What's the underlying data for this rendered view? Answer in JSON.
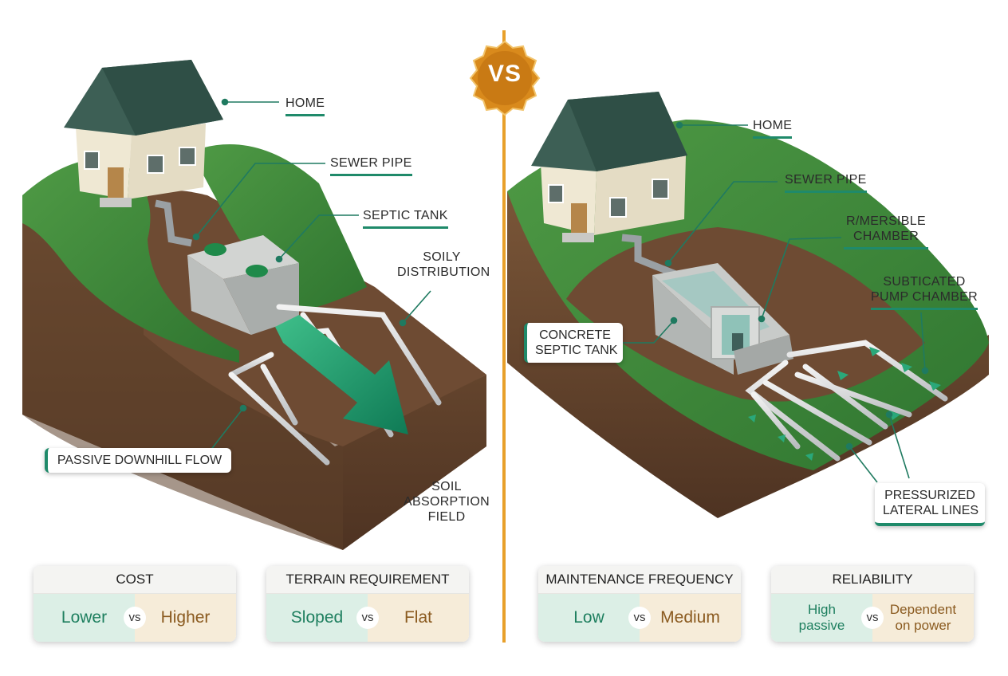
{
  "badge": {
    "text": "VS"
  },
  "left": {
    "labels": {
      "home": "HOME",
      "sewer_pipe": "SEWER PIPE",
      "septic_tank": "SEPTIC TANK",
      "soily_distribution_1": "SOILY",
      "soily_distribution_2": "DISTRIBUTION",
      "passive_flow": "PASSIVE DOWNHILL FLOW",
      "soil_absorption_1": "SOIL",
      "soil_absorption_2": "ABSORPTION",
      "soil_absorption_3": "FIELD"
    }
  },
  "right": {
    "labels": {
      "home": "HOME",
      "sewer_pipe": "SEWER PIPE",
      "chamber_1": "R/MERSIBLE",
      "chamber_2": "CHAMBER",
      "pump_1": "SUBTICATED",
      "pump_2": "PUMP CHAMBER",
      "concrete_1": "CONCRETE",
      "concrete_2": "SEPTIC TANK",
      "lateral_1": "PRESSURIZED",
      "lateral_2": "LATERAL LINES"
    }
  },
  "cards": [
    {
      "title": "COST",
      "left": "Lower",
      "right": "Higher",
      "vs": "vs"
    },
    {
      "title": "TERRAIN REQUIREMENT",
      "left": "Sloped",
      "right": "Flat",
      "vs": "vs"
    },
    {
      "title": "MAINTENANCE FREQUENCY",
      "left": "Low",
      "right": "Medium",
      "vs": "vs"
    },
    {
      "title": "RELIABILITY",
      "left_1": "High",
      "left_2": "passive",
      "right_1": "Dependent",
      "right_2": "on power",
      "vs": "vs"
    }
  ],
  "colors": {
    "accent_green": "#1f8a6a",
    "divider_orange": "#e8a02a",
    "grass": "#3f8a3a",
    "soil": "#6b4a33",
    "roof": "#3d5f55"
  }
}
